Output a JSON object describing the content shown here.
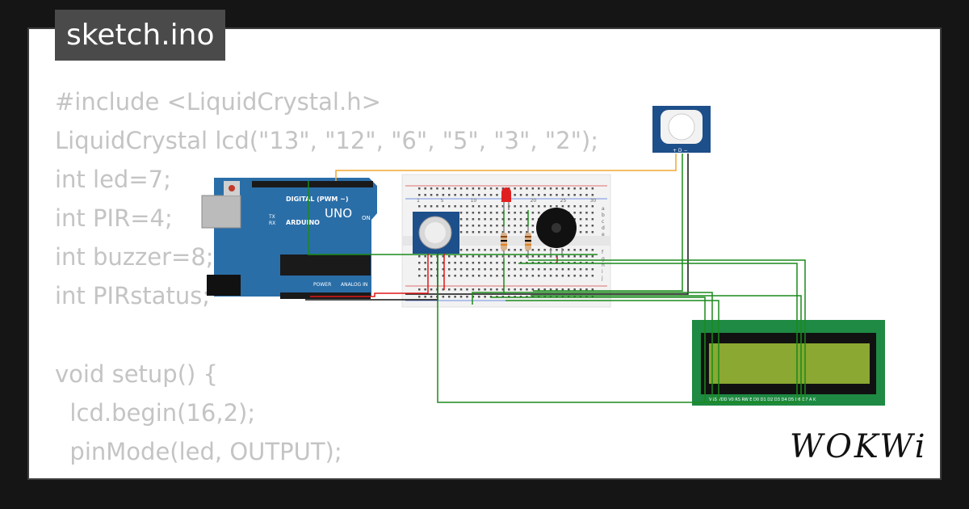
{
  "title": "sketch.ino",
  "brand": "WOKWi",
  "code_lines": [
    "#include <LiquidCrystal.h>",
    "LiquidCrystal lcd(\"13\", \"12\", \"6\", \"5\", \"3\", \"2\");",
    "int led=7;",
    "int PIR=4;",
    "int buzzer=8;",
    "int PIRstatus;",
    "",
    "void setup() {",
    "  lcd.begin(16,2);",
    "  pinMode(led, OUTPUT);",
    "  pinMode(buzzer, OUTPUT);"
  ],
  "arduino": {
    "model": "UNO",
    "brand": "ARDUINO",
    "digital_label": "DIGITAL (PWM ~)",
    "power_label": "POWER",
    "analog_label": "ANALOG IN",
    "on_label": "ON",
    "tx_label": "TX",
    "rx_label": "RX"
  },
  "breadboard": {
    "column_numbers": [
      "1",
      "5",
      "10",
      "15",
      "20",
      "25",
      "30"
    ],
    "row_letters": [
      "a",
      "b",
      "c",
      "d",
      "e",
      "f",
      "g",
      "h",
      "i",
      "j"
    ]
  },
  "pir": {
    "pin_labels": "+ D −"
  },
  "lcd": {
    "pin_labels": "VSS VDD V0 RS RW E D0 D1 D2 D3 D4 D5 D6 D7 A K"
  },
  "colors": {
    "board_blue": "#2a6ea8",
    "wire_green": "#1b8a1b",
    "wire_red": "#e01818",
    "wire_black": "#111111",
    "wire_orange": "#f0a830",
    "lcd_green": "#1e8a43",
    "lcd_screen": "#8aa832",
    "code_gray": "#c4c4c4"
  }
}
